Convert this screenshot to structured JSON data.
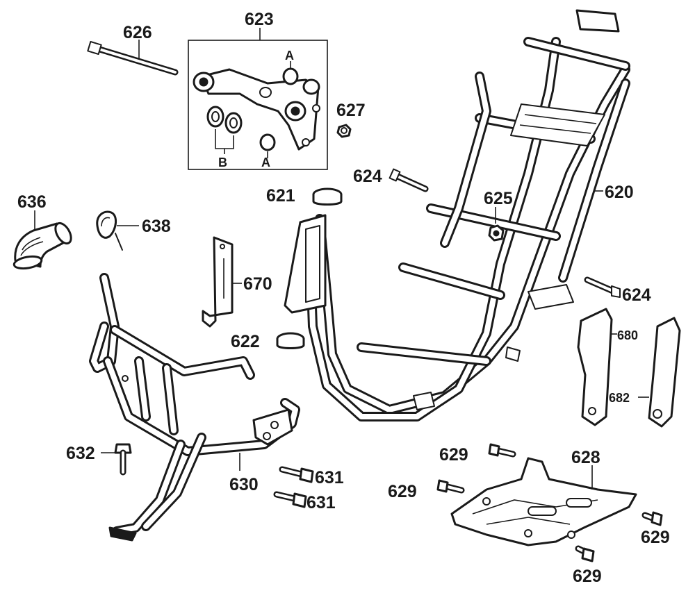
{
  "labels": {
    "p620": "620",
    "p621": "621",
    "p622": "622",
    "p623": "623",
    "p624a": "624",
    "p624b": "624",
    "p625": "625",
    "p626": "626",
    "p627": "627",
    "p628": "628",
    "p629a": "629",
    "p629b": "629",
    "p629c": "629",
    "p629d": "629",
    "p630": "630",
    "p631a": "631",
    "p631b": "631",
    "p632": "632",
    "p636": "636",
    "p638": "638",
    "p670": "670",
    "p680": "680",
    "p682": "682",
    "subA1": "A",
    "subA2": "A",
    "subB": "B"
  },
  "colors": {
    "ink": "#1a1a1a",
    "paper": "#ffffff"
  }
}
